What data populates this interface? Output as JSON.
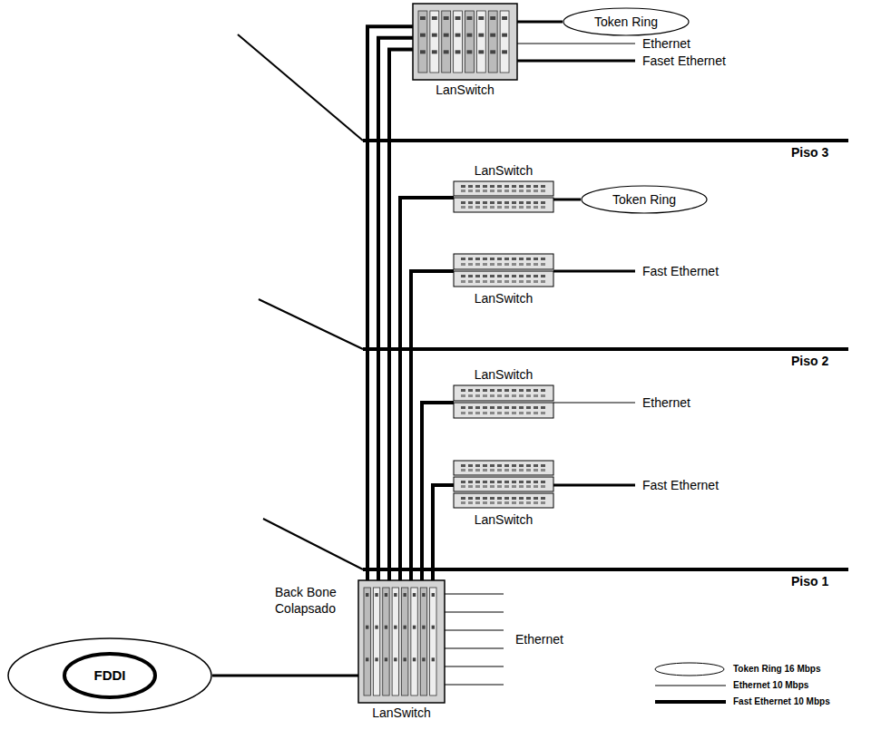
{
  "diagram": {
    "nodes": [
      {
        "text": [
          "LanSwitch"
        ]
      },
      {
        "text": [
          "Token Ring"
        ]
      },
      {
        "text": [
          "LanSwitch"
        ]
      },
      {
        "text": [
          "Token Ring"
        ]
      },
      {
        "text": [
          "LanSwitch"
        ]
      },
      {
        "text": [
          "LanSwitch"
        ]
      },
      {
        "text": [
          "LanSwitch"
        ]
      },
      {
        "text": [
          "Back Bone Colapsado",
          "LanSwitch"
        ]
      },
      {
        "text": [
          "FDDI"
        ]
      }
    ],
    "edges": [
      {
        "from": 1,
        "to": 0,
        "arrow": "none"
      },
      {
        "from": 0,
        "to": 7,
        "arrow": "none"
      },
      {
        "from": 0,
        "to": 7,
        "arrow": "none"
      },
      {
        "from": 0,
        "to": 7,
        "arrow": "none"
      },
      {
        "from": 3,
        "to": 2,
        "arrow": "none"
      },
      {
        "from": 2,
        "to": 7,
        "arrow": "none"
      },
      {
        "from": 4,
        "to": 7,
        "arrow": "none"
      },
      {
        "from": 5,
        "to": 7,
        "arrow": "none"
      },
      {
        "from": 6,
        "to": 7,
        "arrow": "none"
      },
      {
        "from": 8,
        "to": 7,
        "arrow": "none"
      }
    ],
    "labels": [
      "Ethernet",
      "Faset Ethernet",
      "Piso 3",
      "Fast Ethernet",
      "Piso 2",
      "Ethernet",
      "Fast Ethernet",
      "Piso 1",
      "Ethernet"
    ],
    "legend": [
      {
        "text": "Token Ring 16 Mbps"
      },
      {
        "text": "Ethernet 10 Mbps"
      },
      {
        "text": "Fast Ethernet 10 Mbps"
      }
    ]
  }
}
